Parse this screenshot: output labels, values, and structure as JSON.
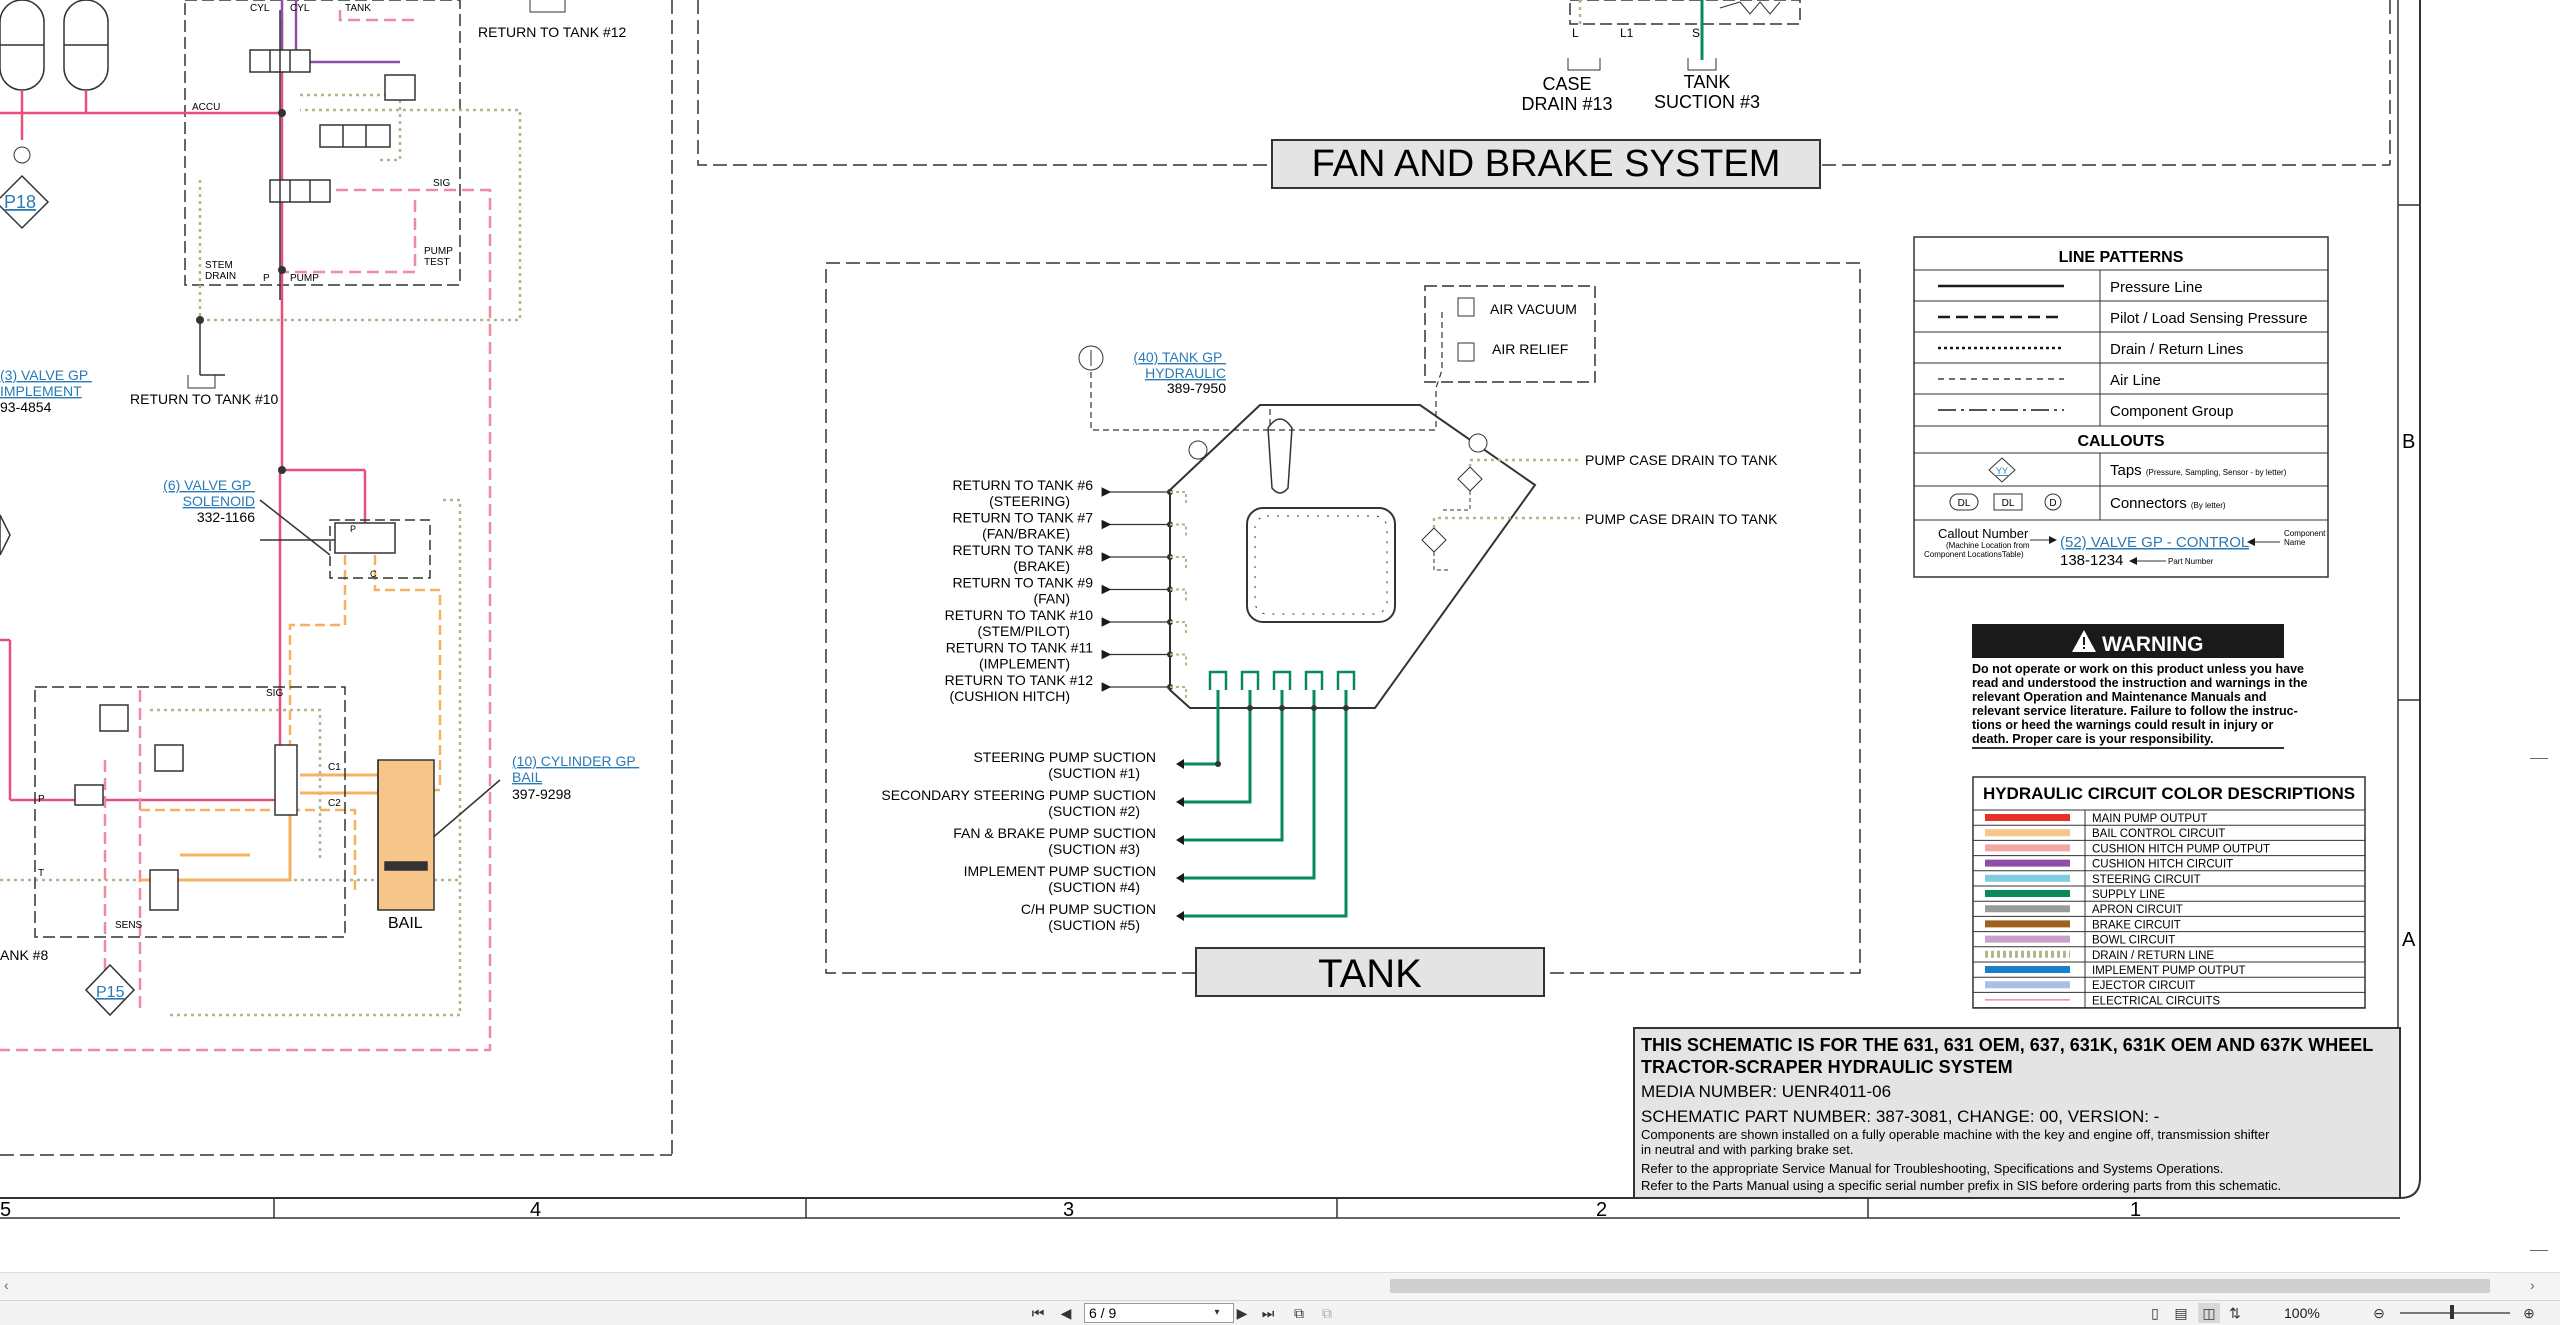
{
  "diagram": {
    "section_titles": {
      "fan_brake": "FAN AND BRAKE SYSTEM",
      "tank": "TANK",
      "bail": "BAIL"
    },
    "left_panel": {
      "top_labels": {
        "cyl1": "CYL",
        "cyl2": "CYL",
        "tank": "TANK",
        "accu": "ACCU",
        "sig": "SIG",
        "stem_drain": "STEM\nDRAIN",
        "p": "P",
        "pump": "PUMP",
        "pump_test": "PUMP\nTEST"
      },
      "return_12": "RETURN TO TANK #12",
      "return_10": "RETURN TO TANK #10",
      "tap_p18": "P18",
      "tap_p15": "P15",
      "valve_implement": {
        "name_line1": "(3) VALVE GP",
        "name_line2": "IMPLEMENT",
        "part": "93-4854"
      },
      "valve_solenoid": {
        "name_line1": "(6) VALVE GP",
        "name_line2": "SOLENOID",
        "part": "332-1166"
      },
      "cylinder_bail": {
        "name_line1": "(10) CYLINDER GP",
        "name_line2": "BAIL",
        "part": "397-9298"
      },
      "solenoid_ports": {
        "p": "P",
        "c": "C"
      },
      "bail_valve_labels": {
        "sig": "SIG",
        "c1": "C1",
        "c2": "C2",
        "t": "T",
        "p": "P",
        "sens": "SENS"
      },
      "return_8_partial": "ANK #8"
    },
    "fan_brake_top": {
      "l": "L",
      "l1": "L1",
      "s": "S",
      "case_drain": "CASE\nDRAIN #13",
      "tank_suction": "TANK\nSUCTION #3"
    },
    "tank_section": {
      "tank_gp": {
        "name_line1": "(40) TANK GP",
        "name_line2": "HYDRAULIC",
        "part": "389-7950"
      },
      "air_vacuum": "AIR VACUUM",
      "air_relief": "AIR RELIEF",
      "pump_case_drain_1": "PUMP CASE DRAIN TO TANK",
      "pump_case_drain_2": "PUMP CASE DRAIN TO TANK",
      "returns": [
        {
          "line1": "RETURN TO TANK #6",
          "line2": "(STEERING)"
        },
        {
          "line1": "RETURN TO TANK #7",
          "line2": "(FAN/BRAKE)"
        },
        {
          "line1": "RETURN TO TANK #8",
          "line2": "(BRAKE)"
        },
        {
          "line1": "RETURN TO TANK #9",
          "line2": "(FAN)"
        },
        {
          "line1": "RETURN TO TANK #10",
          "line2": "(STEM/PILOT)"
        },
        {
          "line1": "RETURN TO TANK #11",
          "line2": "(IMPLEMENT)"
        },
        {
          "line1": "RETURN TO TANK #12",
          "line2": "(CUSHION HITCH)"
        }
      ],
      "suctions": [
        {
          "line1": "STEERING PUMP SUCTION",
          "line2": "(SUCTION #1)"
        },
        {
          "line1": "SECONDARY STEERING PUMP SUCTION",
          "line2": "(SUCTION #2)"
        },
        {
          "line1": "FAN & BRAKE PUMP SUCTION",
          "line2": "(SUCTION #3)"
        },
        {
          "line1": "IMPLEMENT PUMP SUCTION",
          "line2": "(SUCTION #4)"
        },
        {
          "line1": "C/H PUMP SUCTION",
          "line2": "(SUCTION #5)"
        }
      ]
    },
    "line_patterns": {
      "title": "LINE PATTERNS",
      "items": [
        "Pressure Line",
        "Pilot / Load Sensing Pressure",
        "Drain / Return Lines",
        "Air Line",
        "Component Group"
      ],
      "callouts_title": "CALLOUTS",
      "taps_label": "Taps",
      "taps_note": "(Pressure, Sampling, Sensor - by letter)",
      "tap_symbol": "YY",
      "connectors_label": "Connectors",
      "connectors_note": "(By letter)",
      "conn_dl1": "DL",
      "conn_dl2": "DL",
      "conn_d": "D",
      "callout_number": "Callout Number",
      "callout_note1": "(Machine Location from",
      "callout_note2": "Component LocationsTable)",
      "example_link": "(52) VALVE GP - CONTROL",
      "example_part": "138-1234",
      "component_name1": "Component",
      "component_name2": "Name",
      "part_number": "Part Number"
    },
    "warning": {
      "title": "WARNING",
      "lines": [
        "Do not operate or work on this product unless you have",
        "read and understood the instruction and warnings in the",
        "relevant Operation and Maintenance Manuals and",
        "relevant service literature. Failure to follow the instruc-",
        "tions or heed the warnings could result in injury or",
        "death. Proper care is your responsibility."
      ]
    },
    "color_table": {
      "title": "HYDRAULIC CIRCUIT COLOR DESCRIPTIONS",
      "rows": [
        {
          "label": "MAIN PUMP OUTPUT",
          "color": "#e8302a",
          "style": "solid"
        },
        {
          "label": "BAIL CONTROL CIRCUIT",
          "color": "#f7c48a",
          "style": "solid"
        },
        {
          "label": "CUSHION HITCH PUMP OUTPUT",
          "color": "#f4a6a6",
          "style": "solid"
        },
        {
          "label": "CUSHION HITCH CIRCUIT",
          "color": "#8e4fa6",
          "style": "solid"
        },
        {
          "label": "STEERING CIRCUIT",
          "color": "#7fcbe0",
          "style": "solid"
        },
        {
          "label": "SUPPLY LINE",
          "color": "#0a8a5a",
          "style": "solid"
        },
        {
          "label": "APRON CIRCUIT",
          "color": "#9a9a9a",
          "style": "solid"
        },
        {
          "label": "BRAKE CIRCUIT",
          "color": "#a0601e",
          "style": "solid"
        },
        {
          "label": "BOWL CIRCUIT",
          "color": "#c8a0c8",
          "style": "solid"
        },
        {
          "label": "DRAIN / RETURN LINE",
          "color": "#b5b58a",
          "style": "dotted"
        },
        {
          "label": "IMPLEMENT PUMP OUTPUT",
          "color": "#1a7fc8",
          "style": "solid"
        },
        {
          "label": "EJECTOR CIRCUIT",
          "color": "#a8c0e8",
          "style": "solid"
        },
        {
          "label": "ELECTRICAL CIRCUITS",
          "color": "#f08aa0",
          "style": "thin"
        }
      ]
    },
    "title_block": {
      "line1": "THIS SCHEMATIC IS FOR THE 631, 631 OEM, 637, 631K, 631K OEM AND 637K WHEEL",
      "line2": "TRACTOR-SCRAPER HYDRAULIC SYSTEM",
      "media": "MEDIA NUMBER: UENR4011-06",
      "part": "SCHEMATIC PART NUMBER: 387-3081, CHANGE: 00, VERSION: -",
      "notes": [
        "Components are shown installed on a fully operable machine with the key and engine off, transmission shifter",
        "in neutral and with parking brake set.",
        "Refer to the appropriate Service Manual for Troubleshooting, Specifications and Systems Operations.",
        "Refer to the Parts Manual using a specific serial number prefix in SIS before ordering parts from this schematic."
      ]
    },
    "grid": {
      "columns": [
        "5",
        "4",
        "3",
        "2",
        "1"
      ],
      "rows": [
        "B",
        "A"
      ]
    }
  },
  "toolbar": {
    "page_value": "6 / 9",
    "zoom": "100%"
  },
  "colors": {
    "pressure_red": "#e8507a",
    "bail_orange": "#f5b060",
    "cushion_pink": "#f08aa0",
    "supply_green": "#0a8a5a",
    "drain_dotted": "#b5b58a",
    "cushion_purple": "#8e4fa6",
    "link_blue": "#2a7ab5"
  }
}
